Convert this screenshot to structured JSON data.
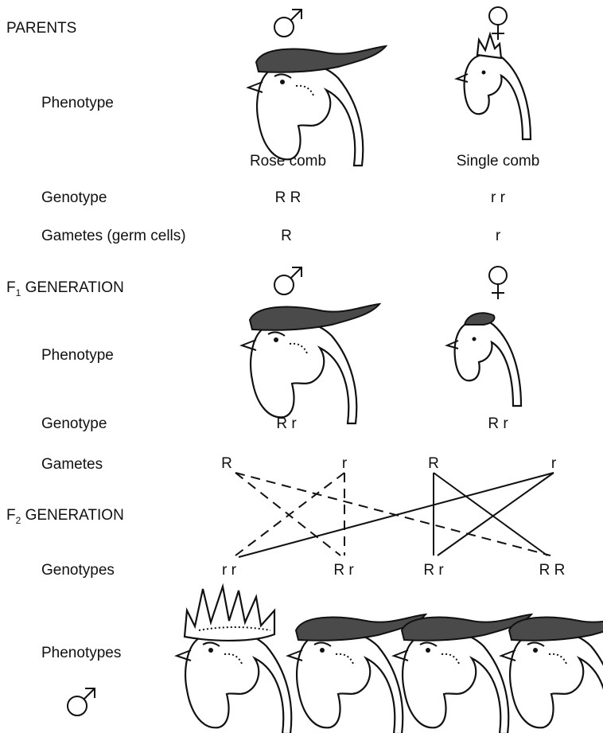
{
  "sections": {
    "parents": "PARENTS",
    "f1_prefix": "F",
    "f1_sub": "1",
    "f1_suffix": " GENERATION",
    "f2_prefix": "F",
    "f2_sub": "2",
    "f2_suffix": " GENERATION"
  },
  "labels": {
    "phenotype_parents": "Phenotype",
    "genotype_parents": "Genotype",
    "gametes_parents": "Gametes (germ cells)",
    "phenotype_f1": "Phenotype",
    "genotype_f1": "Genotype",
    "gametes_f1": "Gametes",
    "genotypes_f2": "Genotypes",
    "phenotypes_f2": "Phenotypes"
  },
  "symbols": {
    "male": "♂",
    "female": "♀"
  },
  "parents": {
    "male_comb": "Rose comb",
    "female_comb": "Single comb",
    "male_genotype": "R R",
    "female_genotype": "r r",
    "male_gamete": "R",
    "female_gamete": "r"
  },
  "f1": {
    "male_genotype": "R r",
    "female_genotype": "R r"
  },
  "f1_gametes": [
    "R",
    "r",
    "R",
    "r"
  ],
  "f2_genotypes": [
    "r r",
    "R r",
    "R r",
    "R R"
  ],
  "f2_comb_types": [
    "single",
    "rose",
    "rose",
    "rose"
  ]
}
